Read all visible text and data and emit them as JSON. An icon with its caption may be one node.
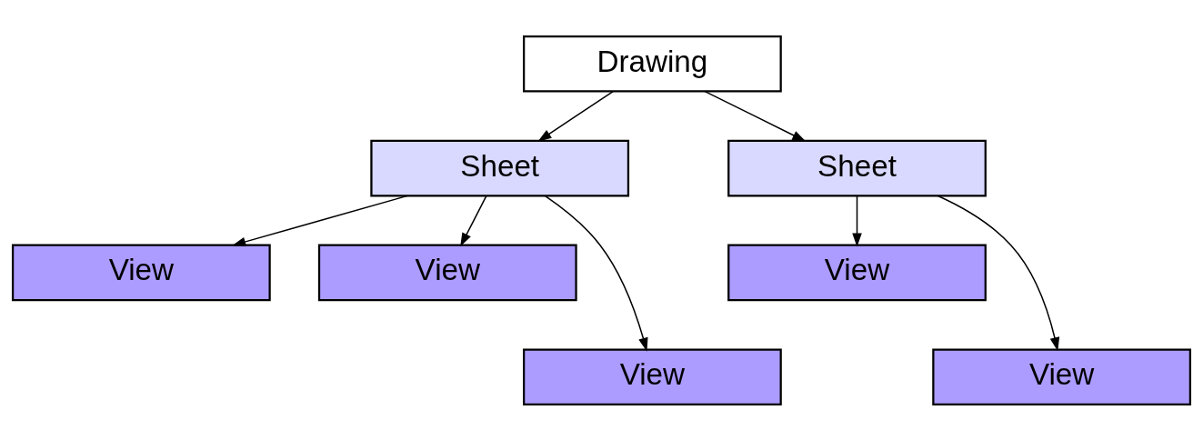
{
  "diagram": {
    "nodes": [
      {
        "text": [
          "Drawing"
        ]
      },
      {
        "text": [
          "Sheet"
        ]
      },
      {
        "text": [
          "Sheet"
        ]
      },
      {
        "text": [
          "View"
        ]
      },
      {
        "text": [
          "View"
        ]
      },
      {
        "text": [
          "View"
        ]
      },
      {
        "text": [
          "View"
        ]
      },
      {
        "text": [
          "View"
        ]
      }
    ],
    "edges": [
      {
        "from": 0,
        "to": 1,
        "arrow": "to"
      },
      {
        "from": 0,
        "to": 2,
        "arrow": "to"
      },
      {
        "from": 1,
        "to": 3,
        "arrow": "to"
      },
      {
        "from": 1,
        "to": 6,
        "arrow": "to"
      },
      {
        "from": 1,
        "to": 4,
        "arrow": "to"
      },
      {
        "from": 2,
        "to": 7,
        "arrow": "to"
      },
      {
        "from": 2,
        "to": 5,
        "arrow": "to"
      }
    ]
  }
}
